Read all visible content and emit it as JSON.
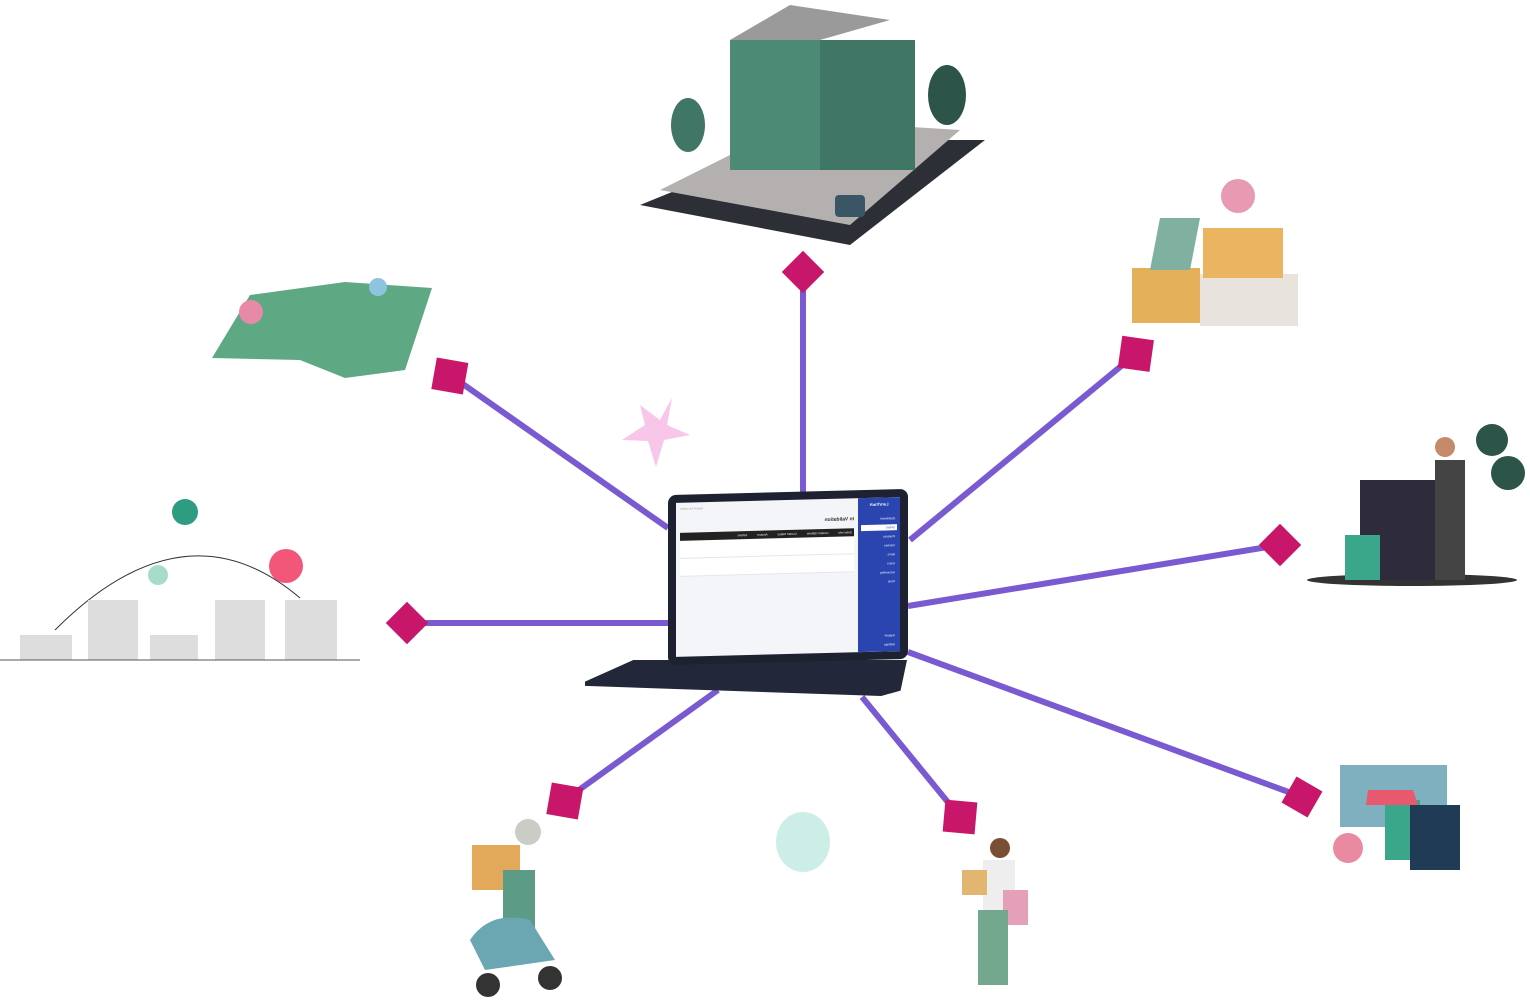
{
  "colors": {
    "spoke_start": "#4a8cff",
    "spoke_end": "#c8176a",
    "diamond": "#c8176a",
    "sidebar": "#2a45b0"
  },
  "screen": {
    "app_name": "LaraTrack",
    "page_title": "In Validation",
    "search_placeholder": "Search for orders",
    "sidebar": [
      "Dashboard",
      "Orders",
      "Products",
      "Vendors",
      "Items",
      "Users",
      "Accounting",
      "Tools"
    ],
    "sidebar_bottom": [
      "Support",
      "Settings"
    ],
    "table_headers": [
      "Order Info",
      "Custom Options",
      "Current Status",
      "Amount",
      "Actions"
    ]
  }
}
